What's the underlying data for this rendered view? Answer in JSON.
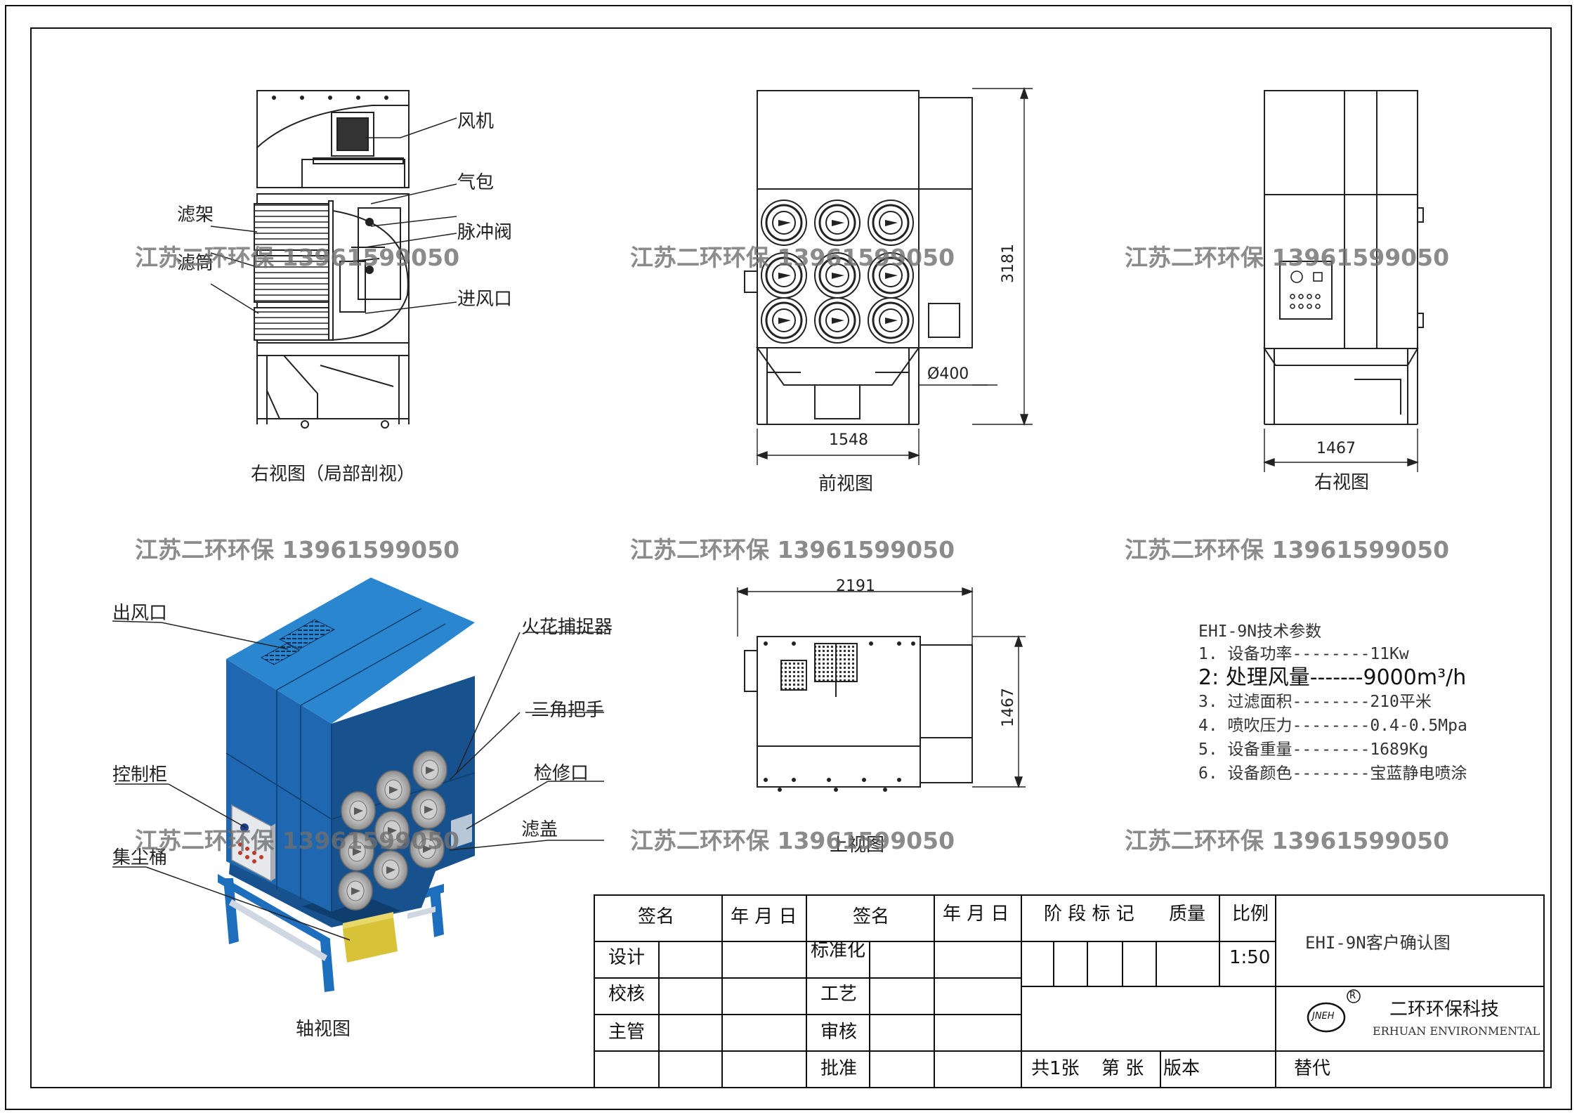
{
  "right_section_view": {
    "caption": "右视图（局部剖视）",
    "labels": {
      "fan": "风机",
      "air_bag": "气包",
      "pulse_valve": "脉冲阀",
      "inlet": "进风口",
      "filter_frame": "滤架",
      "filter_cartridge": "滤筒"
    }
  },
  "front_view": {
    "caption": "前视图",
    "dim_width": "1548",
    "dim_height": "3181",
    "dim_pipe": "Ø400"
  },
  "right_view": {
    "caption": "右视图",
    "dim_width": "1467"
  },
  "top_view": {
    "caption": "上视图",
    "dim_width": "2191",
    "dim_depth": "1467"
  },
  "axis_view": {
    "caption": "轴视图",
    "labels": {
      "outlet": "出风口",
      "spark_arrester": "火花捕捉器",
      "triangle_handle": "三角把手",
      "control_cabinet": "控制柜",
      "inspection_port": "检修口",
      "filter_cover": "滤盖",
      "dust_collector": "集尘桶"
    },
    "colors": {
      "body_blue": "#1f67b1",
      "top_blue": "#2a86cf",
      "side_blue": "#17528f",
      "leg_blue": "#1d6fbd",
      "bucket_yellow": "#d8c237"
    }
  },
  "specs": {
    "title": "EHI-9N技术参数",
    "items": [
      "1. 设备功率--------11Kw",
      "2: 处理风量-------9000m³/h",
      "3. 过滤面积--------210平米",
      "4. 喷吹压力--------0.4-0.5Mpa",
      "5. 设备重量--------1689Kg",
      "6. 设备颜色--------宝蓝静电喷涂"
    ]
  },
  "watermark": "江苏二环环保 13961599050",
  "title_block": {
    "headers": {
      "sign1": "签名",
      "date1": "年 月 日",
      "sign2": "签名",
      "date2": "年 月 日",
      "stage": "阶 段 标 记",
      "mass": "质量",
      "scale": "比例"
    },
    "rows_left": [
      "设计",
      "校核",
      "主管"
    ],
    "rows_mid": [
      "标准化",
      "工艺",
      "审核",
      "批准"
    ],
    "scale_value": "1:50",
    "drawing_title": "EHI-9N客户确认图",
    "company_cn": "二环环保科技",
    "company_en": "ERHUAN ENVIRONMENTAL",
    "logo_text": "JNEH",
    "registered_mark": "R",
    "sheets": "共1张",
    "sheet_no": "第 张",
    "version": "版本",
    "replace": "替代"
  }
}
